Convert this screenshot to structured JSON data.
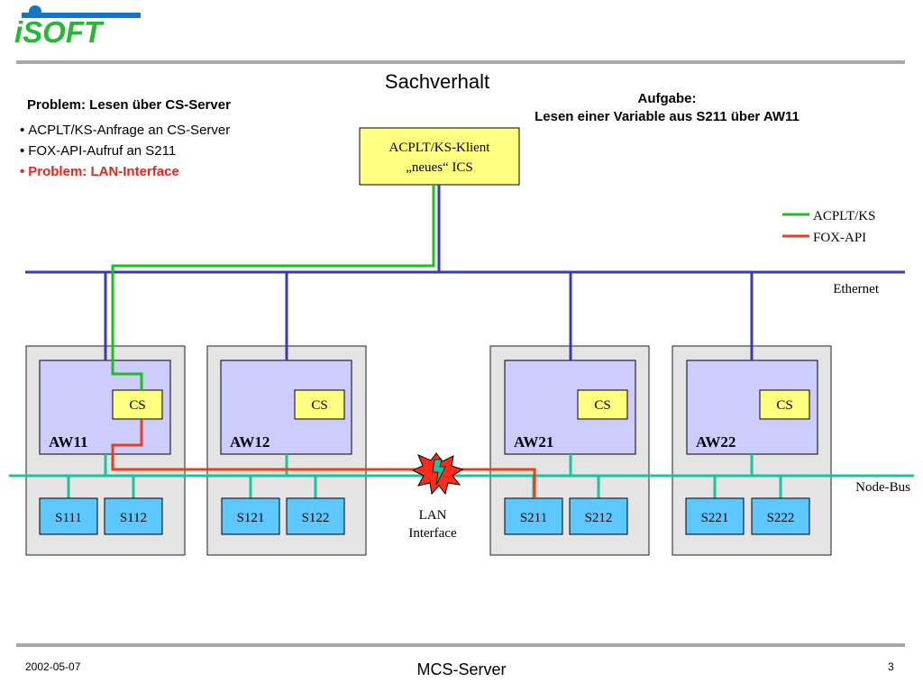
{
  "logo": {
    "text": "iSOFT"
  },
  "title": "Sachverhalt",
  "problem": {
    "heading": "Problem: Lesen über CS-Server",
    "bullet": "•",
    "items": [
      "ACPLT/KS-Anfrage an CS-Server",
      "FOX-API-Aufruf an S211",
      "Problem: LAN-Interface"
    ]
  },
  "task": {
    "line1": "Aufgabe:",
    "line2": "Lesen einer Variable aus S211 über AW11"
  },
  "client": {
    "line1": "ACPLT/KS-Klient",
    "line2": "„neues“ ICS"
  },
  "legend": [
    {
      "label": "ACPLT/KS",
      "color": "#19c219"
    },
    {
      "label": "FOX-API",
      "color": "#e8401e"
    }
  ],
  "buses": {
    "ethernet": "Ethernet",
    "node_bus": "Node-Bus"
  },
  "workstations": [
    {
      "name": "AW11",
      "cs": "CS",
      "stations": [
        "S111",
        "S112"
      ]
    },
    {
      "name": "AW12",
      "cs": "CS",
      "stations": [
        "S121",
        "S122"
      ]
    },
    {
      "name": "AW21",
      "cs": "CS",
      "stations": [
        "S211",
        "S212"
      ]
    },
    {
      "name": "AW22",
      "cs": "CS",
      "stations": [
        "S221",
        "S222"
      ]
    }
  ],
  "lan_interface": {
    "line1": "LAN",
    "line2": "Interface"
  },
  "footer": {
    "date": "2002-05-07",
    "title": "MCS-Server",
    "page": "3"
  },
  "colors": {
    "ethernet": "#3a3ab0",
    "node_bus": "#19c2a0",
    "acplt_line": "#19c219",
    "fox_line": "#e8401e",
    "cs_fill": "#ffff80",
    "aw_fill": "#ccccff",
    "station_fill": "#5cc8ff",
    "frame_fill": "#e4e4e4",
    "divider": "#a8a8a8",
    "problem_red": "#e0281c",
    "logo_green": "#27b833",
    "logo_blue": "#1577c4"
  }
}
